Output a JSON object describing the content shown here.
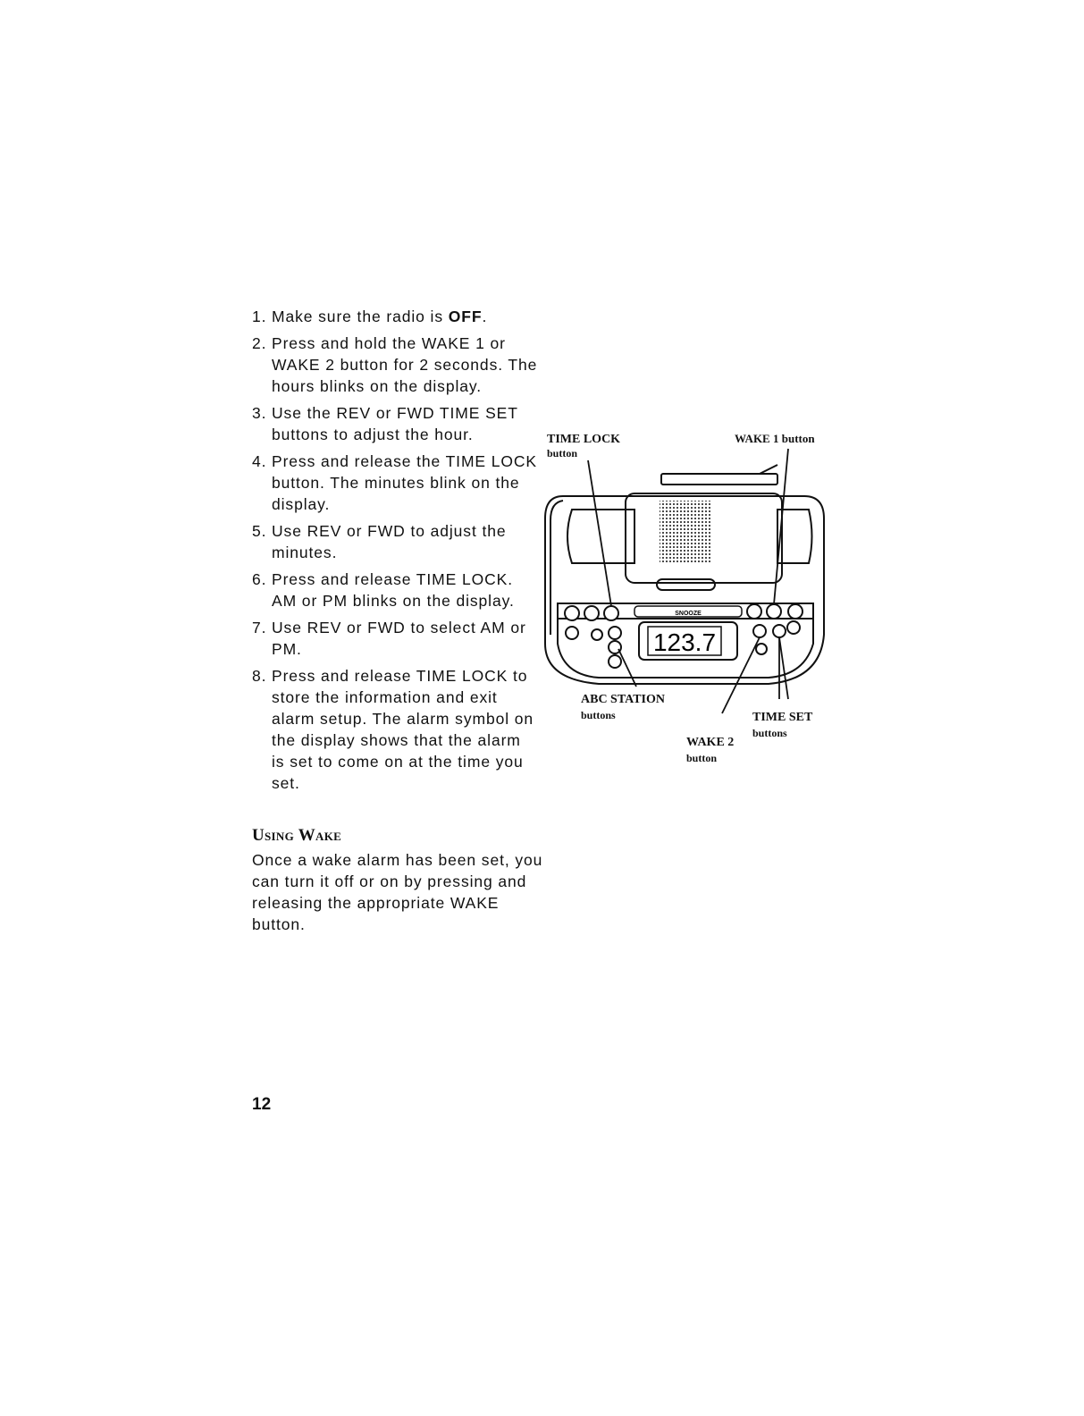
{
  "steps": [
    {
      "number": "1.",
      "text": "Make sure the radio is ",
      "bold": "OFF",
      "after": "."
    },
    {
      "number": "2.",
      "text": "Press and hold the WAKE 1 or WAKE 2 button for 2 seconds. The hours blinks on the display."
    },
    {
      "number": "3.",
      "text": "Use the REV or FWD TIME SET buttons to adjust the hour."
    },
    {
      "number": "4.",
      "text": "Press and release the TIME LOCK button. The minutes blink on the display."
    },
    {
      "number": "5.",
      "text": "Use REV or FWD to adjust the minutes."
    },
    {
      "number": "6.",
      "text": "Press and release TIME LOCK. AM or PM blinks on the display."
    },
    {
      "number": "7.",
      "text": "Use REV or FWD to select AM or PM."
    },
    {
      "number": "8.",
      "text": "Press and release TIME LOCK to store the information and exit alarm setup. The alarm symbol on the display shows that the alarm is set to come on at the time you set."
    }
  ],
  "section": {
    "title": "Using Wake",
    "body": "Once a wake alarm has been set, you can turn it off or on by pressing and releasing the appropriate WAKE button."
  },
  "figure": {
    "labels": {
      "time_lock_1": "TIME LOCK",
      "time_lock_2": "button",
      "wake1": "WAKE 1 button",
      "abc_1": "ABC STATION",
      "abc_2": "buttons",
      "time_set_1": "TIME SET",
      "time_set_2": "buttons",
      "wake2_1": "WAKE 2",
      "wake2_2": "button"
    },
    "display_readout": "123.7",
    "snooze_label": "SNOOZE"
  },
  "page_number": "12"
}
